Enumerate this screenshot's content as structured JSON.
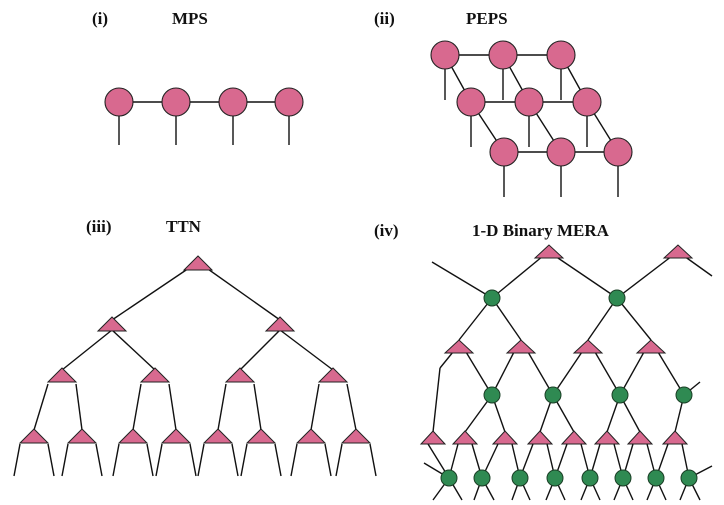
{
  "panels": {
    "mps": {
      "index": "(i)",
      "title": "MPS"
    },
    "peps": {
      "index": "(ii)",
      "title": "PEPS"
    },
    "ttn": {
      "index": "(iii)",
      "title": "TTN"
    },
    "mera": {
      "index": "(iv)",
      "title": "1-D Binary MERA"
    }
  },
  "colors": {
    "tensor": "#d8698f",
    "disentangler": "#2f8a52",
    "line": "#111111"
  }
}
